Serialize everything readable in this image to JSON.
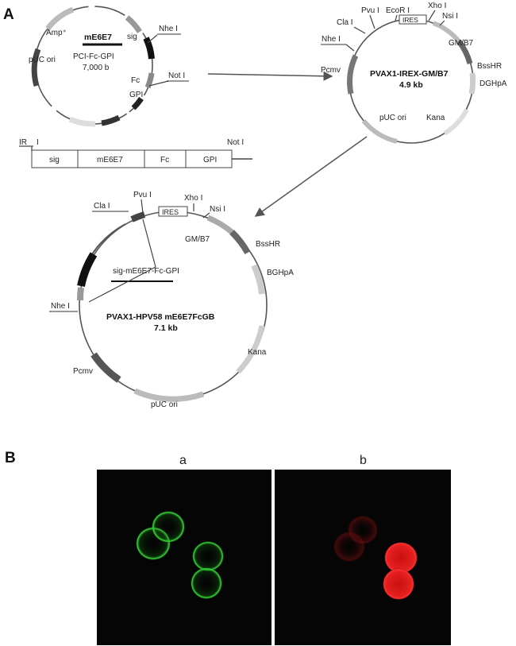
{
  "panel_a": {
    "label": "A",
    "plasmid1": {
      "insert_label": "mE6E7",
      "name": "PCI-Fc-GPI",
      "size": "7,000 b",
      "labels": {
        "amp": "Amp⁺",
        "ori": "pUC ori",
        "sig": "sig",
        "fc": "Fc",
        "gpi": "GPI",
        "nhe": "Nhe I",
        "not": "Not I"
      }
    },
    "plasmid2": {
      "name": "PVAX1-IREX-GM/B7",
      "size": "4.9 kb",
      "labels": {
        "pvu": "Pvu I",
        "eco": "EcoR I",
        "xho": "Xho I",
        "ires": "IRES",
        "nsi": "Nsi I",
        "cla": "Cla I",
        "nhe": "Nhe I",
        "gm": "GM/B7",
        "pcmv": "Pcmv",
        "bss": "BssHR",
        "dgh": "DGHpA",
        "ori": "pUC ori",
        "kana": "Kana"
      }
    },
    "linear_map": {
      "left_label": "IR",
      "left_site": "I",
      "right_site": "Not I",
      "segments": [
        "sig",
        "mE6E7",
        "Fc",
        "GPI"
      ]
    },
    "plasmid3": {
      "name": "PVAX1-HPV58 mE6E7FcGB",
      "size": "7.1 kb",
      "insert_label": "sig-mE6E7-Fc-GPI",
      "labels": {
        "cla": "Cla I",
        "pvu": "Pvu I",
        "ires": "IRES",
        "xho": "Xho I",
        "nsi": "Nsi I",
        "gm": "GM/B7",
        "bss": "BssHR",
        "bgh": "BGHpA",
        "nhe": "Nhe I",
        "kana": "Kana",
        "pcmv": "Pcmv",
        "ori": "pUC ori"
      }
    }
  },
  "panel_b": {
    "label": "B",
    "images": [
      {
        "label": "a",
        "stain_color": "#2fd12f"
      },
      {
        "label": "b",
        "stain_color": "#e01c1c"
      }
    ]
  }
}
